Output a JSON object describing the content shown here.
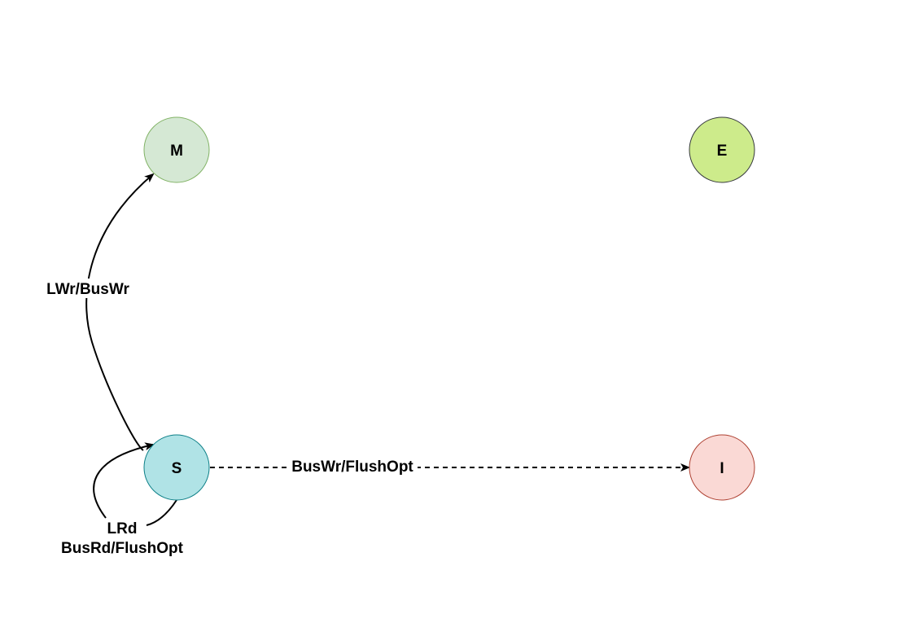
{
  "states": {
    "m": {
      "label": "M",
      "fill": "#d5e8d4",
      "stroke": "#82b366"
    },
    "e": {
      "label": "E",
      "fill": "#cdeb8b",
      "stroke": "#36393d"
    },
    "s": {
      "label": "S",
      "fill": "#b0e3e6",
      "stroke": "#0e8088"
    },
    "i": {
      "label": "I",
      "fill": "#fad9d5",
      "stroke": "#ae4132"
    }
  },
  "transitions": {
    "s_to_m": {
      "label": "LWr/BusWr"
    },
    "s_to_i": {
      "label": "BusWr/FlushOpt"
    },
    "s_self": {
      "label_line1": "LRd",
      "label_line2": "BusRd/FlushOpt"
    }
  }
}
